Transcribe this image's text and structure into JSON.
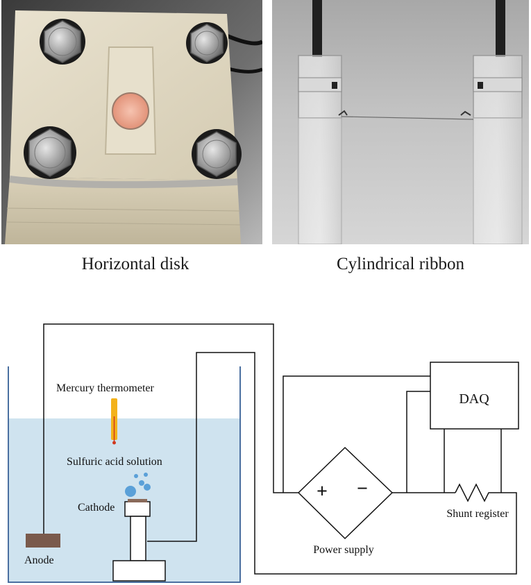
{
  "photos": {
    "left_caption": "Horizontal disk",
    "right_caption": "Cylindrical ribbon"
  },
  "diagram": {
    "labels": {
      "thermometer": "Mercury thermometer",
      "solution": "Sulfuric acid solution",
      "cathode": "Cathode",
      "anode": "Anode",
      "power_supply": "Power supply",
      "daq": "DAQ",
      "shunt": "Shunt register",
      "plus": "+",
      "minus": "−"
    },
    "colors": {
      "solution": "#cfe3ef",
      "thermometer": "#f3b21b",
      "mercury": "#d0381e",
      "bubbles": "#5aa0d8",
      "anode": "#7a5a4c",
      "cathode_disk": "#8a6a5a",
      "tank_wall": "#4a6fa0"
    }
  }
}
